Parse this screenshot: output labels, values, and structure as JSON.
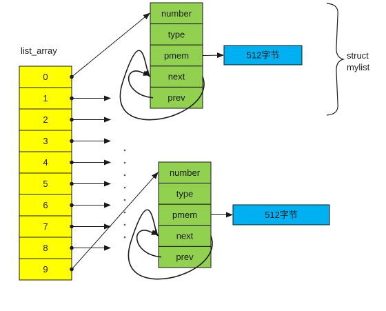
{
  "array": {
    "label": "list_array",
    "indices": [
      "0",
      "1",
      "2",
      "3",
      "4",
      "5",
      "6",
      "7",
      "8",
      "9"
    ],
    "fill": "#ffff00"
  },
  "structs": [
    {
      "fields": [
        "number",
        "type",
        "pmem",
        "next",
        "prev"
      ],
      "mem_label": "512字节"
    },
    {
      "fields": [
        "number",
        "type",
        "pmem",
        "next",
        "prev"
      ],
      "mem_label": "512字节"
    }
  ],
  "brace": {
    "line1": "struct",
    "line2": "mylist"
  },
  "colors": {
    "struct_fill": "#92d050",
    "mem_fill": "#00b0f0",
    "array_fill": "#ffff00",
    "stroke": "#1a1a1a"
  }
}
